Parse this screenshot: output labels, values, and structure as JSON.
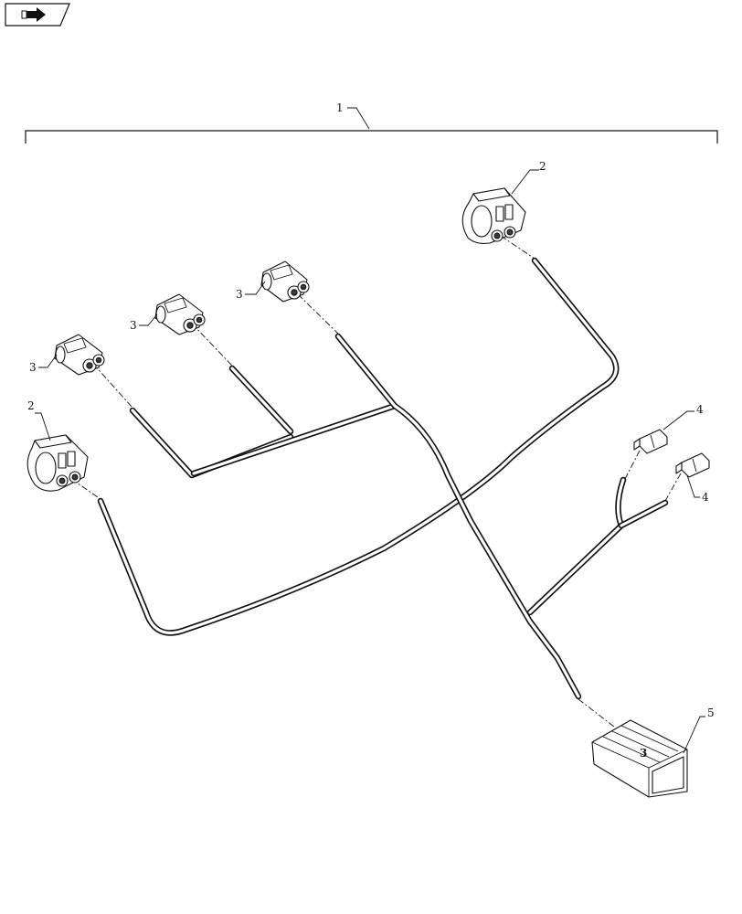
{
  "nav_button": {
    "icon": "arrow-right-icon"
  },
  "callouts": {
    "harness_assembly": "1",
    "connector_2_right": "2",
    "connector_2_left": "2",
    "connector_3_a": "3",
    "connector_3_b": "3",
    "connector_3_c": "3",
    "terminal_4_top": "4",
    "terminal_4_bottom": "4",
    "connector_5": "5"
  },
  "connector_5_marking": "3"
}
